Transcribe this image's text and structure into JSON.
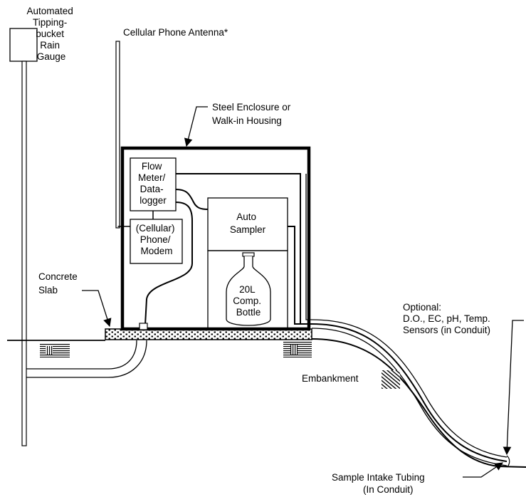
{
  "labels": {
    "rain_gauge": [
      "Automated",
      "Tipping-",
      "bucket",
      "Rain",
      "Gauge"
    ],
    "antenna": "Cellular Phone Antenna*",
    "enclosure": [
      "Steel Enclosure or",
      "Walk-in Housing"
    ],
    "flow_meter": [
      "Flow",
      "Meter/",
      "Data-",
      "logger"
    ],
    "modem": [
      "(Cellular)",
      "Phone/",
      "Modem"
    ],
    "auto_sampler": [
      "Auto",
      "Sampler"
    ],
    "bottle": [
      "20L",
      "Comp.",
      "Bottle"
    ],
    "concrete_slab": [
      "Concrete",
      "Slab"
    ],
    "sensors": [
      "Optional:",
      "D.O., EC, pH, Temp.",
      "Sensors (in Conduit)"
    ],
    "embankment": "Embankment",
    "intake": [
      "Sample Intake Tubing",
      "(In Conduit)"
    ]
  },
  "colors": {
    "ink": "#000000",
    "background": "#ffffff"
  }
}
